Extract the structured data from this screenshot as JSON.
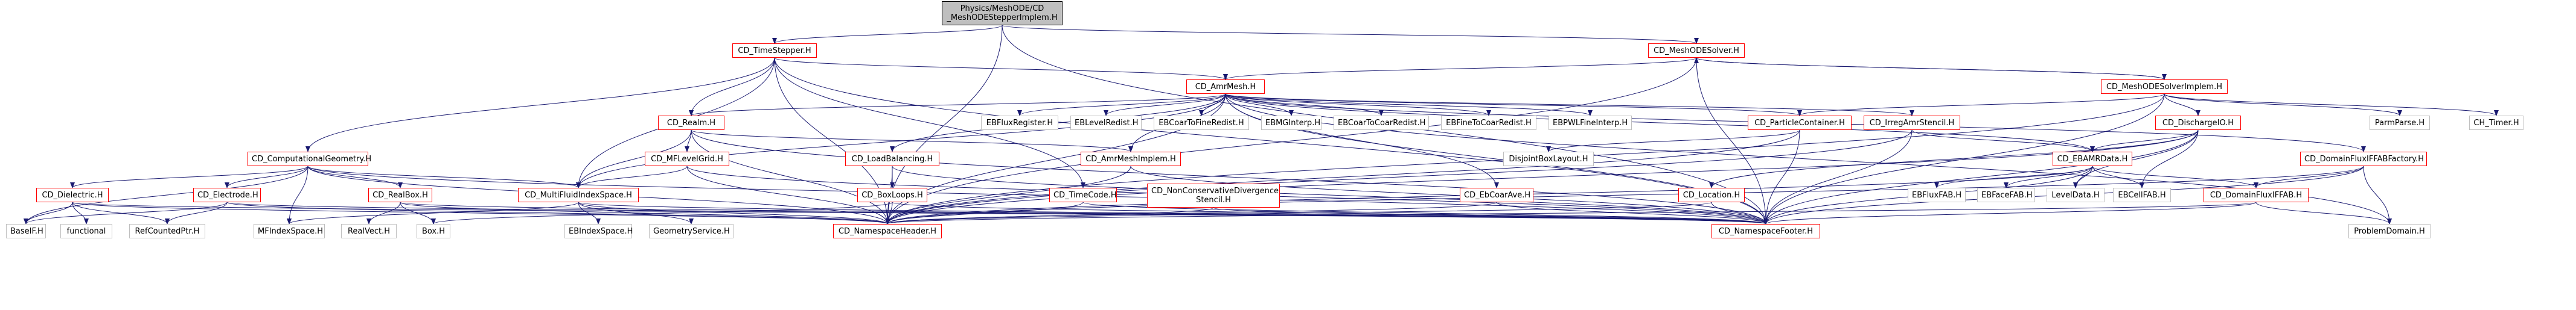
{
  "colors": {
    "edge": "#191970",
    "node_border_default": "#bfbfbf",
    "node_border_documented": "#ff0000",
    "root_fill": "#bfbfbf",
    "background": "#ffffff"
  },
  "nodes": [
    {
      "id": "root",
      "label": "Physics/MeshODE/CD\n_MeshODEStepperImplem.H",
      "kind": "root"
    },
    {
      "id": "timestepper",
      "label": "CD_TimeStepper.H",
      "kind": "red"
    },
    {
      "id": "meshodesolver",
      "label": "CD_MeshODESolver.H",
      "kind": "red"
    },
    {
      "id": "amrmesh",
      "label": "CD_AmrMesh.H",
      "kind": "red"
    },
    {
      "id": "meshodesolverimplem",
      "label": "CD_MeshODESolverImplem.H",
      "kind": "red"
    },
    {
      "id": "realm",
      "label": "CD_Realm.H",
      "kind": "red"
    },
    {
      "id": "ebfluxregister",
      "label": "EBFluxRegister.H",
      "kind": "plain"
    },
    {
      "id": "eblevelredist",
      "label": "EBLevelRedist.H",
      "kind": "plain"
    },
    {
      "id": "ebcoartofineredist",
      "label": "EBCoarToFineRedist.H",
      "kind": "plain"
    },
    {
      "id": "ebmginterp",
      "label": "EBMGInterp.H",
      "kind": "plain"
    },
    {
      "id": "ebcoartocoarredist",
      "label": "EBCoarToCoarRedist.H",
      "kind": "plain"
    },
    {
      "id": "ebfinetocoarredist",
      "label": "EBFineToCoarRedist.H",
      "kind": "plain"
    },
    {
      "id": "ebpwlfineinterp",
      "label": "EBPWLFineInterp.H",
      "kind": "plain"
    },
    {
      "id": "particlecontainer",
      "label": "CD_ParticleContainer.H",
      "kind": "red"
    },
    {
      "id": "irregamrstencil",
      "label": "CD_IrregAmrStencil.H",
      "kind": "red"
    },
    {
      "id": "dischargeio",
      "label": "CD_DischargeIO.H",
      "kind": "red"
    },
    {
      "id": "parmparse",
      "label": "ParmParse.H",
      "kind": "plain"
    },
    {
      "id": "chtimer",
      "label": "CH_Timer.H",
      "kind": "plain"
    },
    {
      "id": "computationalgeometry",
      "label": "CD_ComputationalGeometry.H",
      "kind": "red"
    },
    {
      "id": "mflevelgrid",
      "label": "CD_MFLevelGrid.H",
      "kind": "red"
    },
    {
      "id": "loadbalancing",
      "label": "CD_LoadBalancing.H",
      "kind": "red"
    },
    {
      "id": "amrmeshimplem",
      "label": "CD_AmrMeshImplem.H",
      "kind": "red"
    },
    {
      "id": "disjointboxlayout",
      "label": "DisjointBoxLayout.H",
      "kind": "plain"
    },
    {
      "id": "ebamrdata",
      "label": "CD_EBAMRData.H",
      "kind": "red"
    },
    {
      "id": "domainfluxiffabfactory",
      "label": "CD_DomainFluxIFFABFactory.H",
      "kind": "red"
    },
    {
      "id": "dielectric",
      "label": "CD_Dielectric.H",
      "kind": "red"
    },
    {
      "id": "electrode",
      "label": "CD_Electrode.H",
      "kind": "red"
    },
    {
      "id": "realbox",
      "label": "CD_RealBox.H",
      "kind": "red"
    },
    {
      "id": "multifluidindexspace",
      "label": "CD_MultiFluidIndexSpace.H",
      "kind": "red"
    },
    {
      "id": "boxloops",
      "label": "CD_BoxLoops.H",
      "kind": "red"
    },
    {
      "id": "timecode",
      "label": "CD_TimeCode.H",
      "kind": "red"
    },
    {
      "id": "nonconservativedivergencestencil",
      "label": "CD_NonConservativeDivergence\nStencil.H",
      "kind": "red"
    },
    {
      "id": "ebcoarave",
      "label": "CD_EbCoarAve.H",
      "kind": "red"
    },
    {
      "id": "location",
      "label": "CD_Location.H",
      "kind": "red"
    },
    {
      "id": "ebfluxfab",
      "label": "EBFluxFAB.H",
      "kind": "plain"
    },
    {
      "id": "ebfacefab",
      "label": "EBFaceFAB.H",
      "kind": "plain"
    },
    {
      "id": "leveldata",
      "label": "LevelData.H",
      "kind": "plain"
    },
    {
      "id": "ebcellfab",
      "label": "EBCellFAB.H",
      "kind": "plain"
    },
    {
      "id": "domainfluxiffab",
      "label": "CD_DomainFluxIFFAB.H",
      "kind": "red"
    },
    {
      "id": "baseif",
      "label": "BaseIF.H",
      "kind": "plain"
    },
    {
      "id": "functional",
      "label": "functional",
      "kind": "plain"
    },
    {
      "id": "refcountedptr",
      "label": "RefCountedPtr.H",
      "kind": "plain"
    },
    {
      "id": "mfindexspace",
      "label": "MFIndexSpace.H",
      "kind": "plain"
    },
    {
      "id": "realvect",
      "label": "RealVect.H",
      "kind": "plain"
    },
    {
      "id": "box",
      "label": "Box.H",
      "kind": "plain"
    },
    {
      "id": "ebindexspace",
      "label": "EBIndexSpace.H",
      "kind": "plain"
    },
    {
      "id": "geometryservice",
      "label": "GeometryService.H",
      "kind": "plain"
    },
    {
      "id": "namespaceheader",
      "label": "CD_NamespaceHeader.H",
      "kind": "red"
    },
    {
      "id": "namespacefooter",
      "label": "CD_NamespaceFooter.H",
      "kind": "red"
    },
    {
      "id": "problemdomain",
      "label": "ProblemDomain.H",
      "kind": "plain"
    }
  ],
  "edges": [
    [
      "root",
      "timestepper"
    ],
    [
      "root",
      "meshodesolver"
    ],
    [
      "root",
      "namespaceheader"
    ],
    [
      "root",
      "namespacefooter"
    ],
    [
      "timestepper",
      "amrmesh"
    ],
    [
      "timestepper",
      "computationalgeometry"
    ],
    [
      "timestepper",
      "realm"
    ],
    [
      "timestepper",
      "multifluidindexspace"
    ],
    [
      "timestepper",
      "timecode"
    ],
    [
      "timestepper",
      "namespaceheader"
    ],
    [
      "timestepper",
      "namespacefooter"
    ],
    [
      "meshodesolver",
      "amrmesh"
    ],
    [
      "meshodesolver",
      "meshodesolverimplem"
    ],
    [
      "meshodesolver",
      "namespaceheader"
    ],
    [
      "meshodesolver",
      "namespacefooter"
    ],
    [
      "meshodesolverimplem",
      "meshodesolver"
    ],
    [
      "meshodesolverimplem",
      "dischargeio"
    ],
    [
      "meshodesolverimplem",
      "parmparse"
    ],
    [
      "meshodesolverimplem",
      "chtimer"
    ],
    [
      "meshodesolverimplem",
      "particlecontainer"
    ],
    [
      "meshodesolverimplem",
      "namespaceheader"
    ],
    [
      "meshodesolverimplem",
      "namespacefooter"
    ],
    [
      "amrmesh",
      "ebfluxregister"
    ],
    [
      "amrmesh",
      "eblevelredist"
    ],
    [
      "amrmesh",
      "ebcoartofineredist"
    ],
    [
      "amrmesh",
      "ebmginterp"
    ],
    [
      "amrmesh",
      "ebcoartocoarredist"
    ],
    [
      "amrmesh",
      "ebfinetocoarredist"
    ],
    [
      "amrmesh",
      "ebpwlfineinterp"
    ],
    [
      "amrmesh",
      "realm"
    ],
    [
      "amrmesh",
      "particlecontainer"
    ],
    [
      "amrmesh",
      "irregamrstencil"
    ],
    [
      "amrmesh",
      "loadbalancing"
    ],
    [
      "amrmesh",
      "amrmeshimplem"
    ],
    [
      "amrmesh",
      "multifluidindexspace"
    ],
    [
      "amrmesh",
      "ebamrdata"
    ],
    [
      "amrmesh",
      "domainfluxiffabfactory"
    ],
    [
      "amrmesh",
      "ebcoarave"
    ],
    [
      "amrmesh",
      "namespaceheader"
    ],
    [
      "amrmesh",
      "namespacefooter"
    ],
    [
      "amrmesh",
      "problemdomain"
    ],
    [
      "realm",
      "mflevelgrid"
    ],
    [
      "realm",
      "multifluidindexspace"
    ],
    [
      "realm",
      "amrmeshimplem"
    ],
    [
      "realm",
      "namespaceheader"
    ],
    [
      "realm",
      "namespacefooter"
    ],
    [
      "mflevelgrid",
      "multifluidindexspace"
    ],
    [
      "mflevelgrid",
      "namespaceheader"
    ],
    [
      "mflevelgrid",
      "namespacefooter"
    ],
    [
      "particlecontainer",
      "disjointboxlayout"
    ],
    [
      "particlecontainer",
      "namespaceheader"
    ],
    [
      "particlecontainer",
      "namespacefooter"
    ],
    [
      "irregamrstencil",
      "ebamrdata"
    ],
    [
      "irregamrstencil",
      "namespaceheader"
    ],
    [
      "irregamrstencil",
      "namespacefooter"
    ],
    [
      "dischargeio",
      "ebamrdata"
    ],
    [
      "dischargeio",
      "location"
    ],
    [
      "dischargeio",
      "leveldata"
    ],
    [
      "dischargeio",
      "ebcellfab"
    ],
    [
      "dischargeio",
      "namespaceheader"
    ],
    [
      "dischargeio",
      "namespacefooter"
    ],
    [
      "computationalgeometry",
      "dielectric"
    ],
    [
      "computationalgeometry",
      "electrode"
    ],
    [
      "computationalgeometry",
      "realbox"
    ],
    [
      "computationalgeometry",
      "multifluidindexspace"
    ],
    [
      "computationalgeometry",
      "baseif"
    ],
    [
      "computationalgeometry",
      "mfindexspace"
    ],
    [
      "computationalgeometry",
      "namespaceheader"
    ],
    [
      "computationalgeometry",
      "namespacefooter"
    ],
    [
      "loadbalancing",
      "boxloops"
    ],
    [
      "loadbalancing",
      "namespaceheader"
    ],
    [
      "loadbalancing",
      "namespacefooter"
    ],
    [
      "amrmeshimplem",
      "namespaceheader"
    ],
    [
      "amrmeshimplem",
      "namespacefooter"
    ],
    [
      "ebamrdata",
      "ebfluxfab"
    ],
    [
      "ebamrdata",
      "ebfacefab"
    ],
    [
      "ebamrdata",
      "leveldata"
    ],
    [
      "ebamrdata",
      "ebcellfab"
    ],
    [
      "ebamrdata",
      "domainfluxiffab"
    ],
    [
      "ebamrdata",
      "namespaceheader"
    ],
    [
      "ebamrdata",
      "namespacefooter"
    ],
    [
      "domainfluxiffabfactory",
      "domainfluxiffab"
    ],
    [
      "domainfluxiffabfactory",
      "namespaceheader"
    ],
    [
      "domainfluxiffabfactory",
      "namespacefooter"
    ],
    [
      "domainfluxiffabfactory",
      "problemdomain"
    ],
    [
      "dielectric",
      "baseif"
    ],
    [
      "dielectric",
      "functional"
    ],
    [
      "dielectric",
      "refcountedptr"
    ],
    [
      "dielectric",
      "namespaceheader"
    ],
    [
      "dielectric",
      "namespacefooter"
    ],
    [
      "electrode",
      "baseif"
    ],
    [
      "electrode",
      "refcountedptr"
    ],
    [
      "electrode",
      "namespaceheader"
    ],
    [
      "electrode",
      "namespacefooter"
    ],
    [
      "realbox",
      "realvect"
    ],
    [
      "realbox",
      "box"
    ],
    [
      "realbox",
      "namespaceheader"
    ],
    [
      "realbox",
      "namespacefooter"
    ],
    [
      "multifluidindexspace",
      "mfindexspace"
    ],
    [
      "multifluidindexspace",
      "ebindexspace"
    ],
    [
      "multifluidindexspace",
      "geometryservice"
    ],
    [
      "multifluidindexspace",
      "namespaceheader"
    ],
    [
      "multifluidindexspace",
      "namespacefooter"
    ],
    [
      "boxloops",
      "box"
    ],
    [
      "boxloops",
      "namespaceheader"
    ],
    [
      "boxloops",
      "namespacefooter"
    ],
    [
      "timecode",
      "namespaceheader"
    ],
    [
      "timecode",
      "namespacefooter"
    ],
    [
      "nonconservativedivergencestencil",
      "namespaceheader"
    ],
    [
      "nonconservativedivergencestencil",
      "namespacefooter"
    ],
    [
      "ebcoarave",
      "namespaceheader"
    ],
    [
      "ebcoarave",
      "namespacefooter"
    ],
    [
      "location",
      "namespaceheader"
    ],
    [
      "location",
      "namespacefooter"
    ],
    [
      "domainfluxiffab",
      "namespaceheader"
    ],
    [
      "domainfluxiffab",
      "namespacefooter"
    ],
    [
      "domainfluxiffab",
      "problemdomain"
    ]
  ]
}
